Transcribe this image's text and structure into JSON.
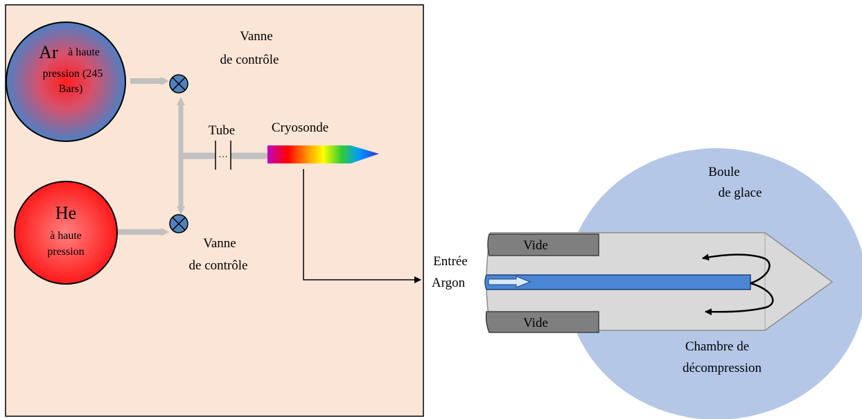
{
  "left_panel": {
    "ar_tank": {
      "symbol": "Ar",
      "line1": "à haute",
      "line2": "pression (245",
      "line3": "Bars)"
    },
    "he_tank": {
      "symbol": "He",
      "line1": "à haute",
      "line2": "pression"
    },
    "valve_top_label": {
      "line1": "Vanne",
      "line2": "de contrôle"
    },
    "valve_bottom_label": {
      "line1": "Vanne",
      "line2": "de contrôle"
    },
    "tube_label": "Tube",
    "tube_gap": "…",
    "probe_label": "Cryosonde"
  },
  "right_panel": {
    "ice_ball_label": {
      "line1": "Boule",
      "line2": "de glace"
    },
    "vacuum_top": "Vide",
    "vacuum_bottom": "Vide",
    "inlet_label": {
      "line1": "Entrée",
      "line2": "Argon"
    },
    "chamber_label": {
      "line1": "Chambre de",
      "line2": "décompression"
    }
  },
  "colors": {
    "panel_bg": "#fbe5d6",
    "ice_ball": "#b4c7e7",
    "probe_body": "#d9d9d9",
    "vacuum": "#7f7f7f",
    "inner_tube": "#4a86d4",
    "pipe": "#c0c0c0",
    "valve": "#4f81bd"
  }
}
